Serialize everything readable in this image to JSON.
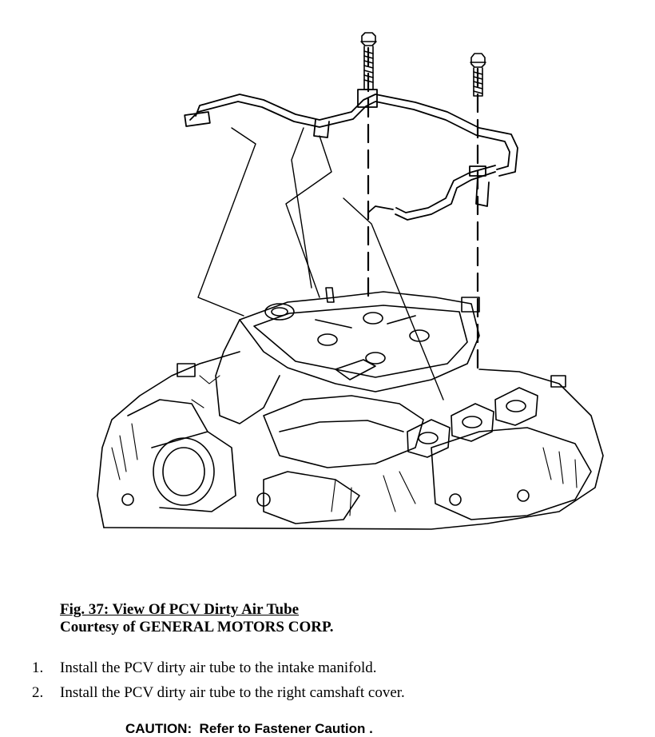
{
  "figure": {
    "caption_title": "Fig. 37: View Of PCV Dirty Air Tube",
    "caption_credit": "Courtesy of GENERAL MOTORS CORP."
  },
  "steps": [
    {
      "number": "1.",
      "text": "Install the PCV dirty air tube to the intake manifold."
    },
    {
      "number": "2.",
      "text": "Install the PCV dirty air tube to the right camshaft cover."
    }
  ],
  "caution": "CAUTION:  Refer to Fastener Caution ."
}
